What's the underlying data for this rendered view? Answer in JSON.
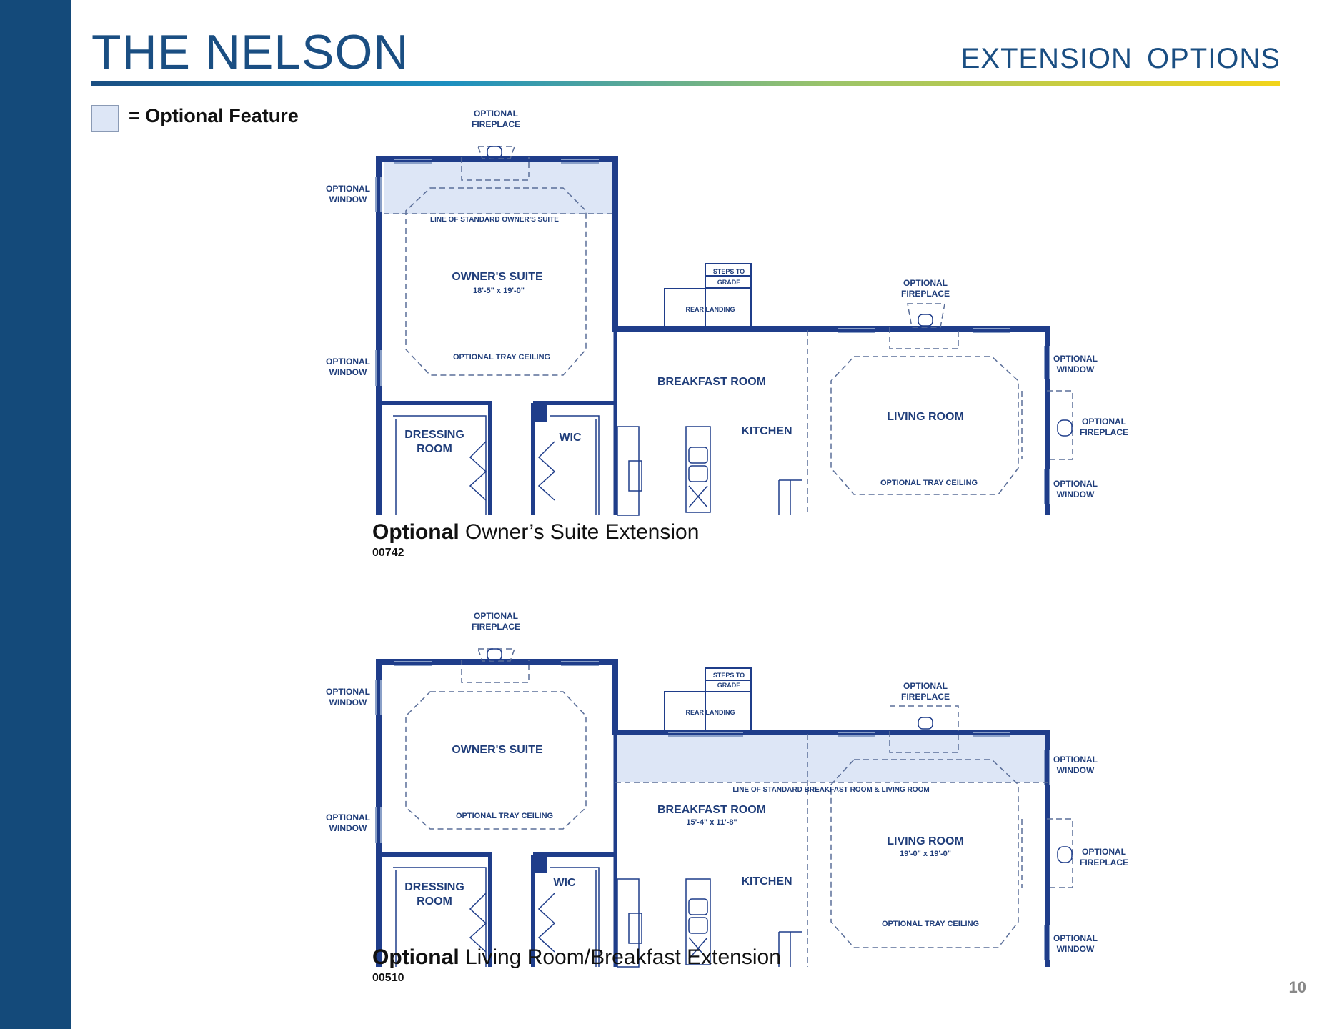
{
  "header": {
    "title": "THE NELSON",
    "subtitle": "EXTENSION  OPTIONS"
  },
  "legend": {
    "label": "= Optional Feature",
    "fill_color": "#dde6f6"
  },
  "colors": {
    "wall": "#1f3d8a",
    "accent": "#144a7a",
    "optional_fill": "#dde6f6"
  },
  "plans": [
    {
      "labels": {
        "fireplace_top": [
          "OPTIONAL",
          "FIREPLACE"
        ],
        "window_upper": [
          "OPTIONAL",
          "WINDOW"
        ],
        "window_mid": [
          "OPTIONAL",
          "WINDOW"
        ],
        "std_line": "LINE OF STANDARD OWNER'S SUITE",
        "owner_suite": "OWNER'S SUITE",
        "owner_suite_dim": "18'-5\" x 19'-0\"",
        "tray_ceiling": "OPTIONAL TRAY CEILING",
        "dressing_room": [
          "DRESSING",
          "ROOM"
        ],
        "wic": "WIC",
        "steps": [
          "STEPS TO",
          "GRADE"
        ],
        "rear_landing": "REAR LANDING",
        "fireplace_living": [
          "OPTIONAL",
          "FIREPLACE"
        ],
        "breakfast_room": "BREAKFAST ROOM",
        "kitchen": "KITCHEN",
        "living_room": "LIVING ROOM",
        "living_tray": "OPTIONAL TRAY CEILING",
        "window_right_upper": [
          "OPTIONAL",
          "WINDOW"
        ],
        "fireplace_right": [
          "OPTIONAL",
          "FIREPLACE"
        ],
        "window_right_lower": [
          "OPTIONAL",
          "WINDOW"
        ]
      },
      "caption_bold": "Optional",
      "caption_rest": " Owner’s Suite Extension",
      "code": "00742"
    },
    {
      "labels": {
        "fireplace_top": [
          "OPTIONAL",
          "FIREPLACE"
        ],
        "window_upper": [
          "OPTIONAL",
          "WINDOW"
        ],
        "window_mid": [
          "OPTIONAL",
          "WINDOW"
        ],
        "owner_suite": "OWNER'S SUITE",
        "tray_ceiling": "OPTIONAL TRAY CEILING",
        "dressing_room": [
          "DRESSING",
          "ROOM"
        ],
        "wic": "WIC",
        "steps": [
          "STEPS TO",
          "GRADE"
        ],
        "rear_landing": "REAR LANDING",
        "fireplace_living": [
          "OPTIONAL",
          "FIREPLACE"
        ],
        "std_line": "LINE OF STANDARD BREAKFAST ROOM & LIVING ROOM",
        "breakfast_room": "BREAKFAST ROOM",
        "breakfast_dim": "15'-4\" x 11'-8\"",
        "kitchen": "KITCHEN",
        "living_room": "LIVING ROOM",
        "living_dim": "19'-0\" x 19'-0\"",
        "living_tray": "OPTIONAL TRAY CEILING",
        "window_right_upper": [
          "OPTIONAL",
          "WINDOW"
        ],
        "fireplace_right": [
          "OPTIONAL",
          "FIREPLACE"
        ],
        "window_right_lower": [
          "OPTIONAL",
          "WINDOW"
        ]
      },
      "caption_bold": "Optional",
      "caption_rest": " Living Room/Breakfast Extension",
      "code": "00510"
    }
  ],
  "page_number": "10"
}
